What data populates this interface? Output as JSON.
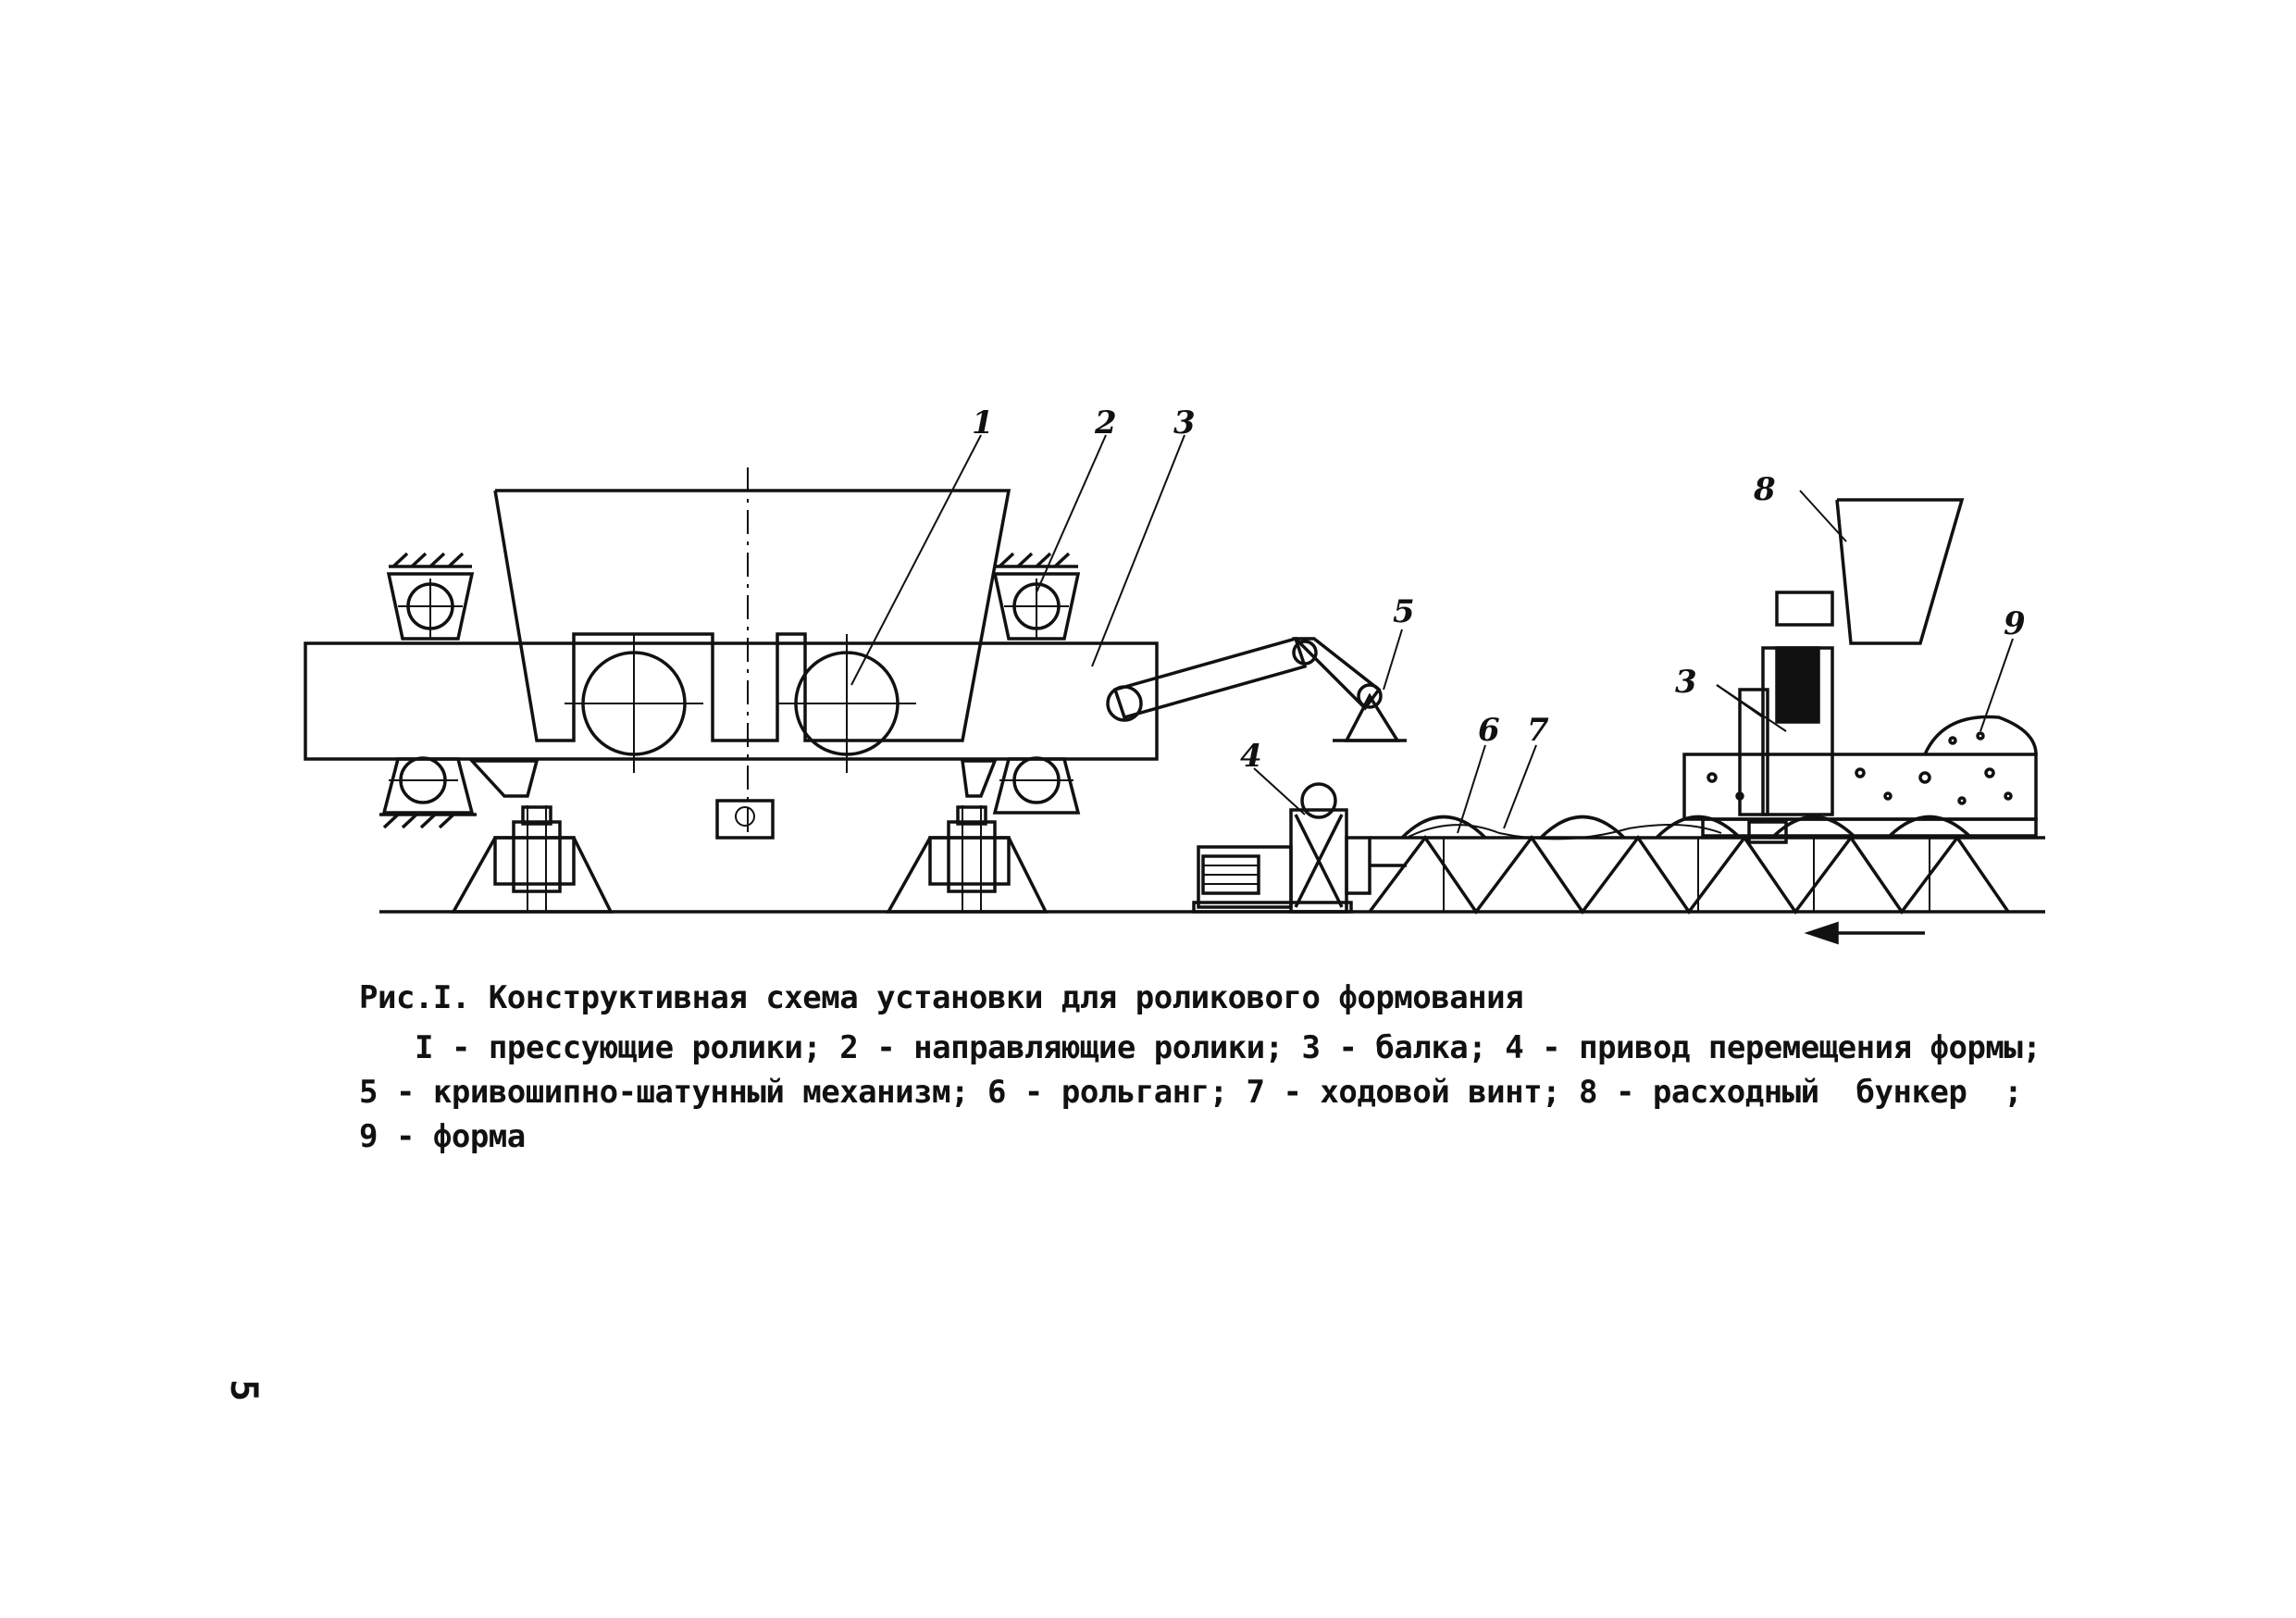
{
  "figure": {
    "labels": [
      "1",
      "2",
      "3",
      "4",
      "5",
      "6",
      "7",
      "8",
      "3",
      "9"
    ],
    "caption_title": "Рис.I. Конструктивная схема установки для роликового формования",
    "caption_lines": [
      "I - прессующие ролики; 2 - направляющие ролики; 3 - балка; 4 - привод перемещения формы;",
      "5 - кривошипно-шатунный механизм; 6 - рольганг; 7 - ходовой винт; 8 - расходный  бункер  ;",
      "9 - форма"
    ]
  },
  "page_number": "5"
}
